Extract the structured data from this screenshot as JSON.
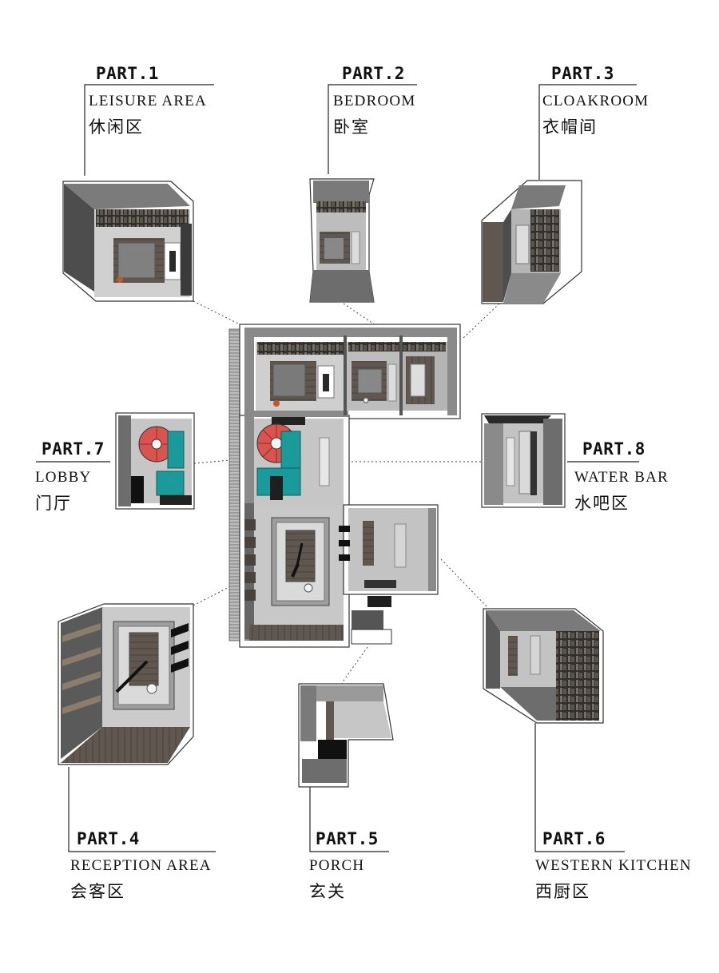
{
  "parts": [
    {
      "id": "part1",
      "title": "PART.1",
      "name_en": "LEISURE AREA",
      "name_zh": "休闲区"
    },
    {
      "id": "part2",
      "title": "PART.2",
      "name_en": "BEDROOM",
      "name_zh": "卧室"
    },
    {
      "id": "part3",
      "title": "PART.3",
      "name_en": "CLOAKROOM",
      "name_zh": "衣帽间"
    },
    {
      "id": "part4",
      "title": "PART.4",
      "name_en": "RECEPTION AREA",
      "name_zh": "会客区"
    },
    {
      "id": "part5",
      "title": "PART.5",
      "name_en": "PORCH",
      "name_zh": "玄关"
    },
    {
      "id": "part6",
      "title": "PART.6",
      "name_en": "WESTERN KITCHEN",
      "name_zh": "西厨区"
    },
    {
      "id": "part7",
      "title": "PART.7",
      "name_en": "LOBBY",
      "name_zh": "门厅"
    },
    {
      "id": "part8",
      "title": "PART.8",
      "name_en": "WATER BAR",
      "name_zh": "水吧区"
    }
  ],
  "colors": {
    "wall": "#8a8a8a",
    "wall_dark": "#4d4d4d",
    "floor_concrete": "#c8c8c8",
    "floor_wood": "#5f5750",
    "stair_red": "#d9534f",
    "teal": "#1a9a9a"
  }
}
